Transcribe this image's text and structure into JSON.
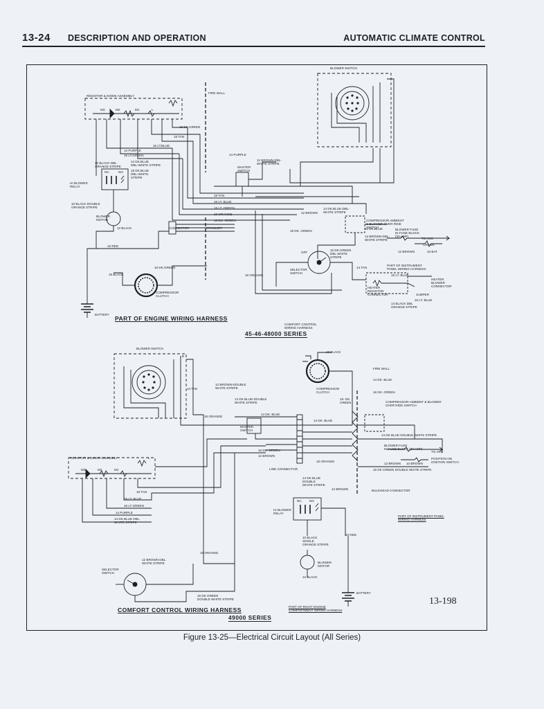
{
  "header": {
    "page_number": "13-24",
    "section": "DESCRIPTION AND OPERATION",
    "topic": "AUTOMATIC CLIMATE CONTROL"
  },
  "diagram": {
    "upper": {
      "title": "PART OF ENGINE WIRING HARNESS",
      "series": "45-46-48000 SERIES",
      "labels": {
        "blower_switch": "BLOWER SWITCH",
        "fire_wall": "FIRE WALL",
        "resistor_diode": "RESISTOR & DIODE ASSEMBLY",
        "m3": "M3",
        "m2": "M2",
        "m1": "M1",
        "l": "L",
        "w18_dk_green": "18 DK.GREEN",
        "w18_tan": "18 TAN",
        "w16_lt_blue": "16 LT.BLUE",
        "w14_purple": "14 PURPLE",
        "w16_lt_green": "16 LT.GREEN",
        "w14_purple_b": "14 PURPLE",
        "w12_brown_dbl": "12 BROWN-DBL-\nWHITE STRIPE",
        "w10_black_orange": "10 BLACK DBL\nORANGE STRIPE",
        "w14_dk_blue_dbl": "14 DK.BLUE\nDBL-WHITE STRIPE",
        "w18_dk_blue_dbl": "18 DK.BLUE\nDBL-WHITE\nSTRIPE",
        "nc": "NC",
        "no": "NO",
        "hi_blower_relay": "HI BLOWER\nRELAY",
        "master_switch": "MASTER\nSWITCH",
        "w10_black_dbl_orange": "10 BLACK DOUBLE\nORANGE STRIPE",
        "blower_motor": "BLOWER\nMOTOR",
        "w12_black": "12 BLACK",
        "w18_tan_b": "18 TAN",
        "w16_lt_blue_b": "16 LT. BLUE",
        "w16_lt_green_b": "16 LT. GREEN",
        "w18_orange": "18 ORANGE",
        "w16_dk_green": "16 DK. GREEN",
        "connector": "CONNECTOR",
        "grommet": "GROMMET",
        "w12_brown": "12 BROWN",
        "w14_dk_blue_dbl_b": "14 DK.BLUE-DBL-\nWHITE STRIPE",
        "w14_dk_blue": "14 DK.BLUE",
        "w12_brown_dbl_b": "12 BROWN-DBL-\nWHITE STRIPE",
        "compressor_ambient": "COMPRESSOR AMBIENT\n& BLOWER OVER RIDE\nSWITCH",
        "blower_fuse": "BLOWER FUSE\nIN FUSE BLOCK\n(30 AMP)",
        "to_acc": "TO ACC",
        "on_ign": "ON IGN.",
        "w12_brown_b": "12 BROWN",
        "w10_bat": "10 BAT",
        "w10_red": "10 RED",
        "w18_dk_green_b": "18 DK. GREEN",
        "w16_dk_green_dbl": "16 DK.GREEN\nDBL.WHITE\nSTRIPE",
        "off": "OFF",
        "selector_switch": "SELECTOR\nSWITCH",
        "w14_tan": "14 TAN",
        "w16_black": "16 BLACK",
        "w16_dk_green_c": "16 DK.GREEN",
        "w18_orange_b": "18 ORANGE",
        "part_instrument": "PART OF INSTRUMENT\nPANEL WIRING HARNESS",
        "w16_lt_blue_c": "16 LT. BLUE",
        "heater_resistor": "HEATER\nRESISTOR\nCONNECTOR",
        "heater_blower": "HEATER\nBLOWER\nCONNECTOR",
        "jumper": "JUMPER",
        "w16_lt_blue_d": "16 LT. BLUE",
        "w14_black_dbl": "14 BLACK DBL\nORANGE STRIPE",
        "compressor_clutch": "COMPRESSOR\nCLUTCH",
        "battery": "BATTERY",
        "comfort_control": "COMFORT CONTROL\nWIRING HARNESS"
      }
    },
    "lower": {
      "title": "COMFORT CONTROL WIRING HARNESS",
      "series": "49000 SERIES",
      "labels": {
        "blower_switch": "BLOWER SWITCH",
        "b": "B",
        "w14_tan": "14 TAN",
        "w12_brown_double": "12 BROWN-DOUBLE\nWHITE STRIPE",
        "w14_dk_blue_double": "14 DK.BLUE-DOUBLE\nWHITE STRIPE",
        "w16_black": "16 BLACK",
        "fire_wall": "FIRE WALL",
        "w14_dk_blue": "14 DK. BLUE",
        "w16_dk_green": "16 DK. GREEN",
        "compressor_clutch": "COMPRESSOR\nCLUTCH",
        "w16_dk_green_b": "16- DK.\nGREEN",
        "compressor_ambient": "COMPRESSOR-AMBIENT & BLOWER\nOVER RIDE SWITCH",
        "w18_orange": "18 ORANGE",
        "w14_dk_blue_b": "14 DK. BLUE",
        "w14_dk_blue_c": "14 DK. BLUE",
        "master_switch": "MASTER\nSWITCH",
        "w14_dk_blue_double_b": "14 DK BLUE DOUBLE WHITE STRIPE",
        "w16_dk_green_c": "16 DK. GREEN",
        "w12_brown": "12 BROWN",
        "blower_fuse": "BLOWER FUSE\nIN FUSE BLOCK (30 AMP)",
        "to_acc": "TO ACC",
        "position_on": "POSITION ON\nIGNITION SWITCH",
        "w12_brown_b": "12 BROWN",
        "w10_brown": "10 BROWN",
        "w18_orange_b": "18 ORANGE",
        "w16_dk_green_double": "16 DK GREEN DOUBLE WHITE STRIPE",
        "resistor_diode": "RESISTOR & DIODE ASSEMBLY",
        "line_connector": "LINE CONNECTOR",
        "m3": "M3",
        "m2": "M2",
        "m1": "M1",
        "l": "L",
        "w14_dk_blue_dbl_white": "14 DK BLUE\nDOUBLE\nWHITE STRIPE",
        "w12_brown_c": "12 BROWN",
        "bulkhead": "BULKHEAD CONNECTOR",
        "w18_tan": "18 TAN",
        "w16_lt_blue": "16 LT. BLUE",
        "w16_lt_green": "16 LT GREEN",
        "w14_purple": "14 PURPLE",
        "w14_dk_blue_dbl": "14 DK BLUE DBL.\nWHITE STRIPE",
        "nc": "NC",
        "no": "NO",
        "hi_blower_relay": "HI BLOWER\nRELAY",
        "part_instrument": "PART OF INSTRUMENT PANEL\nWIRING HARNESS",
        "w10_black_single": "10 BLACK\nSINGLE\nORANGE STRIPE",
        "w10_red": "10 RED",
        "blower_motor": "BLOWER\nMOTOR",
        "w12_black": "12 BLACK",
        "w12_brown_dbl": "12 BROWN DBL.\nWHITE STRIPE",
        "w18_orange_c": "18 ORANGE",
        "selector_switch": "SELECTOR\nSWITCH",
        "w16_dk_green_dbl": "16 DK GREEN\nDOUBLE WHITE STRIPE",
        "battery": "BATTERY",
        "part_right_engine": "PART OF RIGHT ENGINE\nCOMPARTMENT WIRING HARNESS"
      }
    },
    "figure_number": "13-198"
  },
  "caption": "Figure 13-25—Electrical Circuit Layout (All Series)"
}
